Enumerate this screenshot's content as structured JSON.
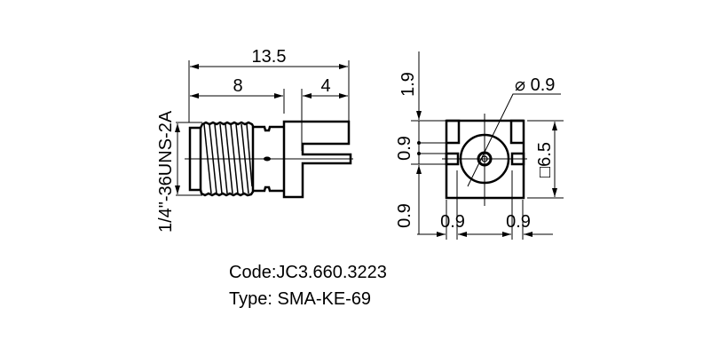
{
  "side_view": {
    "dim_total_length": "13.5",
    "dim_thread_length": "8",
    "dim_flange_length": "4",
    "thread_spec": "1/4\"-36UNS-2A"
  },
  "front_view": {
    "dim_top_offset": "1.9",
    "dim_pin_diameter": "⌀ 0.9",
    "dim_slot_height": "0.9",
    "dim_bottom_offset": "0.9",
    "dim_left_slot_width": "0.9",
    "dim_right_slot_width": "0.9",
    "dim_square_size": "□6.5"
  },
  "caption": {
    "code": "Code:JC3.660.3223",
    "type": "Type: SMA-KE-69"
  },
  "colors": {
    "line": "#000000",
    "background": "#ffffff"
  }
}
